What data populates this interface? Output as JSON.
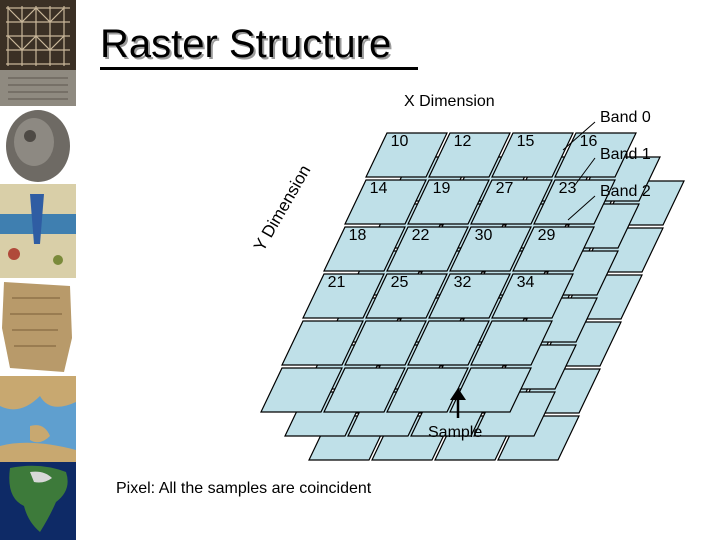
{
  "slide": {
    "title": "Raster Structure",
    "x_dimension_label": "X Dimension",
    "y_dimension_label": "Y Dimension",
    "sample_label": "Sample",
    "pixel_caption": "Pixel: All the samples are coincident"
  },
  "bands": [
    {
      "name": "Band 0"
    },
    {
      "name": "Band 1"
    },
    {
      "name": "Band 2"
    }
  ],
  "grid": {
    "rows": [
      [
        10,
        12,
        15,
        16
      ],
      [
        14,
        19,
        27,
        23
      ],
      [
        18,
        22,
        30,
        29
      ],
      [
        21,
        25,
        32,
        34
      ]
    ]
  },
  "colors": {
    "cell_fill": "#bfe0e8",
    "cell_stroke": "#000000"
  },
  "sidebar_images": [
    {
      "name": "grid-map-image"
    },
    {
      "name": "clay-tablet-image"
    },
    {
      "name": "stone-relief-image"
    },
    {
      "name": "illustrated-map-image"
    },
    {
      "name": "ancient-fragment-image"
    },
    {
      "name": "mediterranean-map-image"
    },
    {
      "name": "north-america-map-image"
    }
  ]
}
